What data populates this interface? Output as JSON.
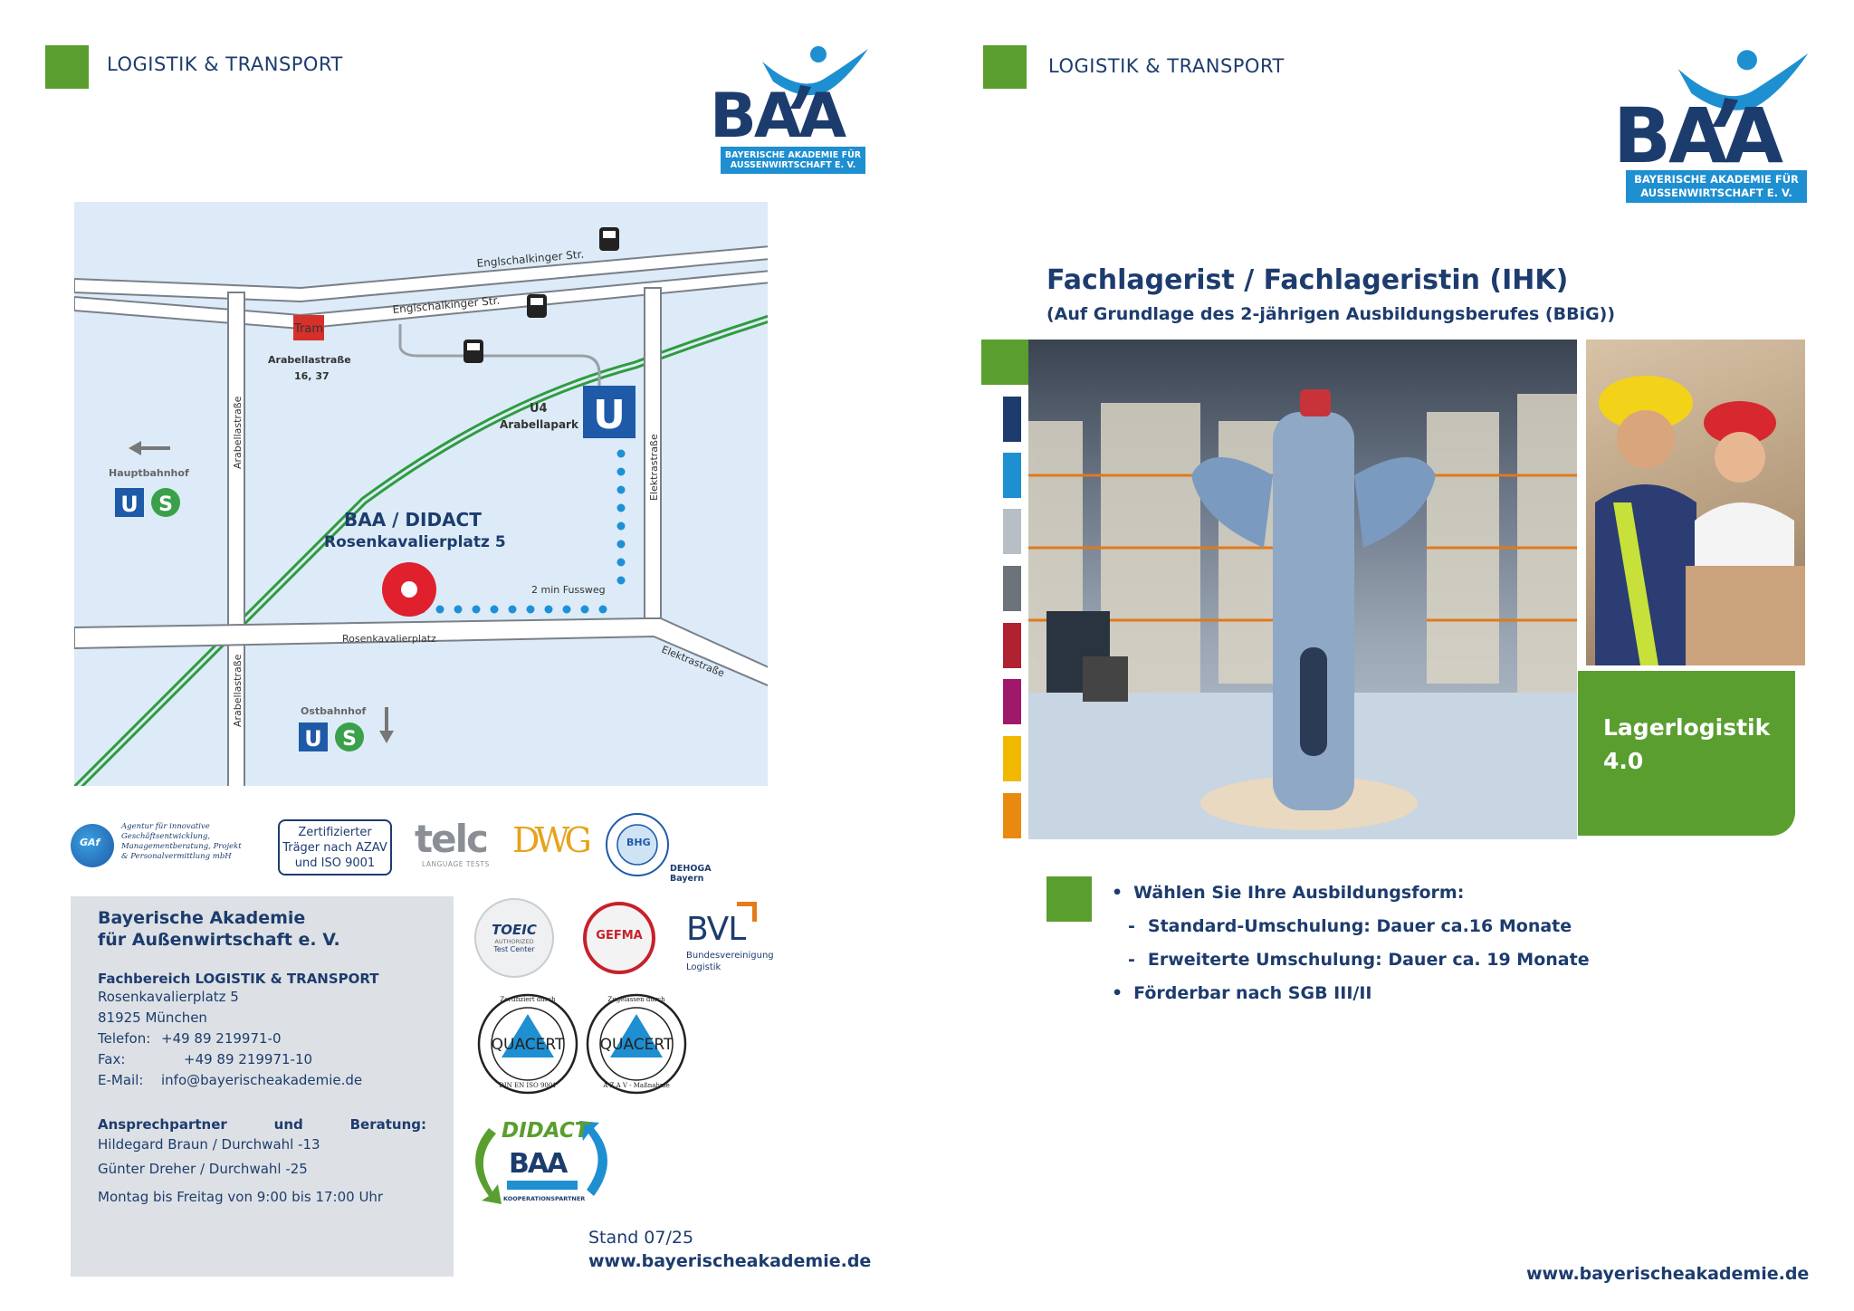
{
  "left_page": {
    "section_label": "LOGISTIK & TRANSPORT",
    "logo": {
      "letters": "BAA",
      "tagline_line1": "BAYERISCHE AKADEMIE FÜR",
      "tagline_line2": "AUSSENWIRTSCHAFT E. V."
    },
    "map": {
      "streets": {
        "englschalkinger_top": "Englschalkinger Str.",
        "englschalkinger_lower": "Englschalkinger Str.",
        "arabellastrasse_upper": "Arabellastraße",
        "arabellastrasse_lower": "Arabellastraße",
        "elektrastrasse_vertical": "Elektrastraße",
        "elektrastrasse_lower": "Elektrastraße",
        "rosenkavalierplatz": "Rosenkavalierplatz"
      },
      "tram_badge": "Tram",
      "tram_stop_name": "Arabellastraße",
      "tram_lines": "16, 37",
      "ubahn_line": "U4",
      "ubahn_station": "Arabellapark",
      "ubahn_letter": "U",
      "sbahn_letter": "S",
      "hauptbahnhof": "Hauptbahnhof",
      "ostbahnhof": "Ostbahnhof",
      "destination_name": "BAA / DIDACT",
      "destination_address": "Rosenkavalierplatz 5",
      "walk_label": "2 min Fussweg"
    },
    "partner_logos": {
      "gaf_text": "Agentur für innovative Geschäftsentwicklung, Managementberatung, Projekt & Personalvermittlung mbH",
      "gaf_mark": "GAf",
      "azav_line1": "Zertifizierter",
      "azav_line2": "Träger nach AZAV",
      "azav_line3": "und ISO 9001",
      "telc": "telc",
      "telc_sub": "LANGUAGE TESTS",
      "dwg": "DWG",
      "bhg": "BHG",
      "dehoga": "DEHOGA Bayern",
      "toeic": "TOEIC",
      "toeic_sub1": "AUTHORIZED",
      "toeic_sub2": "Test Center",
      "gefma": "GEFMA",
      "bvl": "BVL",
      "bvl_sub1": "Bundesvereinigung",
      "bvl_sub2": "Logistik",
      "quacert": "QUACERT",
      "quacert_ring1_top": "Zertifiziert durch",
      "quacert_ring1_bottom": "DIN EN ISO 9001",
      "quacert_ring2_top": "Zugelassen durch",
      "quacert_ring2_bottom": "A Z A V - Maßnahme",
      "didact": "DIDACT",
      "didact_baa": "BAA",
      "didact_partner": "KOOPERATIONSPARTNER"
    },
    "contact": {
      "org_line1": "Bayerische Akademie",
      "org_line2": "für Außenwirtschaft e. V.",
      "department": "Fachbereich LOGISTIK & TRANSPORT",
      "street": "Rosenkavalierplatz 5",
      "city": "81925 München",
      "phone_label": "Telefon:",
      "phone": "+49 89 219971-0",
      "fax_label": "Fax:",
      "fax": "+49 89 219971-10",
      "email_label": "E-Mail:",
      "email": "info@bayerischeakademie.de",
      "advice_word1": "Ansprechpartner",
      "advice_word2": "und",
      "advice_word3": "Beratung:",
      "person1": "Hildegard Braun / Durchwahl -13",
      "person2": "Günter Dreher / Durchwahl -25",
      "hours": "Montag bis Freitag von 9:00 bis 17:00 Uhr"
    },
    "stand": "Stand 07/25",
    "url": "www.bayerischeakademie.de"
  },
  "right_page": {
    "section_label": "LOGISTIK & TRANSPORT",
    "logo": {
      "letters": "BAA",
      "tagline_line1": "BAYERISCHE AKADEMIE FÜR",
      "tagline_line2": "AUSSENWIRTSCHAFT E. V."
    },
    "title": "Fachlagerist / Fachlageristin (IHK)",
    "subtitle": "(Auf Grundlage des 2-jährigen Ausbildungsberufes (BBiG))",
    "badge_line1": "Lagerlogistik",
    "badge_line2": "4.0",
    "bullets": {
      "b1": "Wählen Sie Ihre Ausbildungsform:",
      "s1": "Standard-Umschulung: Dauer ca.16 Monate",
      "s2": "Erweiterte Umschulung: Dauer ca. 19 Monate",
      "b2": "Förderbar nach SGB III/II"
    },
    "url": "www.bayerischeakademie.de"
  },
  "colors": {
    "brand_blue": "#1d3c6e",
    "accent_blue": "#1e8fd1",
    "green": "#5a9e2f",
    "map_bg": "#dcebf7",
    "ubahn_blue": "#1e5aa8",
    "sbahn_green": "#3aa04a",
    "destination_red": "#e0202c",
    "stripe_colors": [
      "#5a9e2f",
      "#1d3c6e",
      "#1e8fd1",
      "#b7bec6",
      "#6d737a",
      "#b02131",
      "#a0186b",
      "#f1b800",
      "#e98a10"
    ]
  }
}
